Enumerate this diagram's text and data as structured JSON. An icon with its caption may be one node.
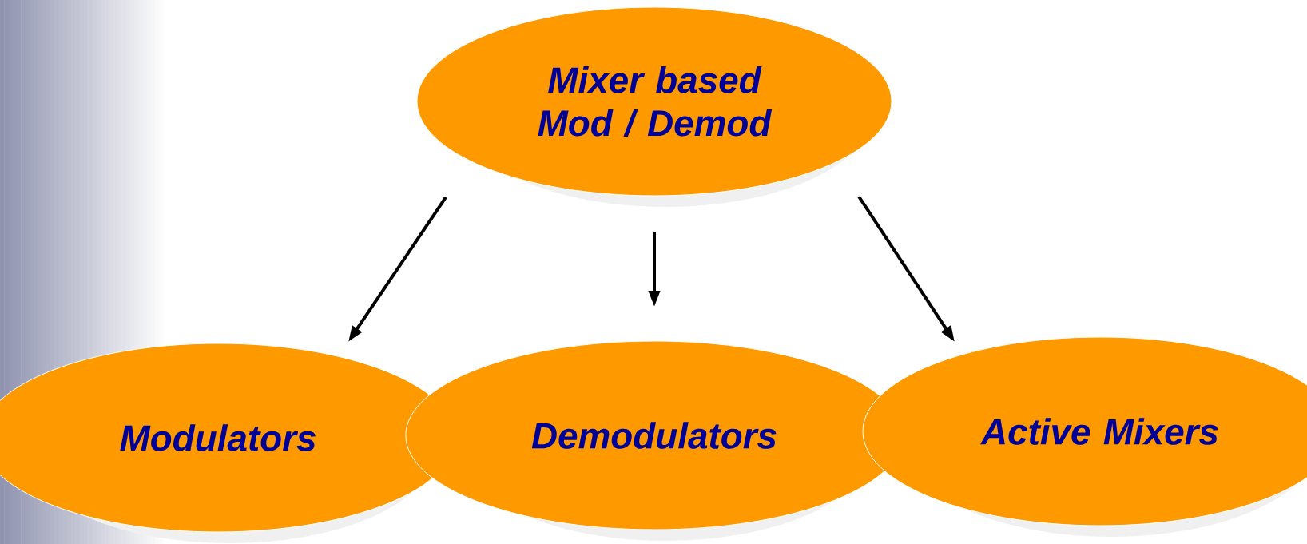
{
  "diagram": {
    "nodes": [
      {
        "text": [
          "Mixer based Mod / Demod"
        ]
      },
      {
        "text": [
          "Modulators"
        ]
      },
      {
        "text": [
          "Demodulators"
        ]
      },
      {
        "text": [
          "Active Mixers"
        ]
      }
    ],
    "edges": [
      {
        "from": 0,
        "to": 1,
        "arrow": "to"
      },
      {
        "from": 0,
        "to": 2,
        "arrow": "to"
      },
      {
        "from": 0,
        "to": 3,
        "arrow": "to"
      }
    ]
  }
}
